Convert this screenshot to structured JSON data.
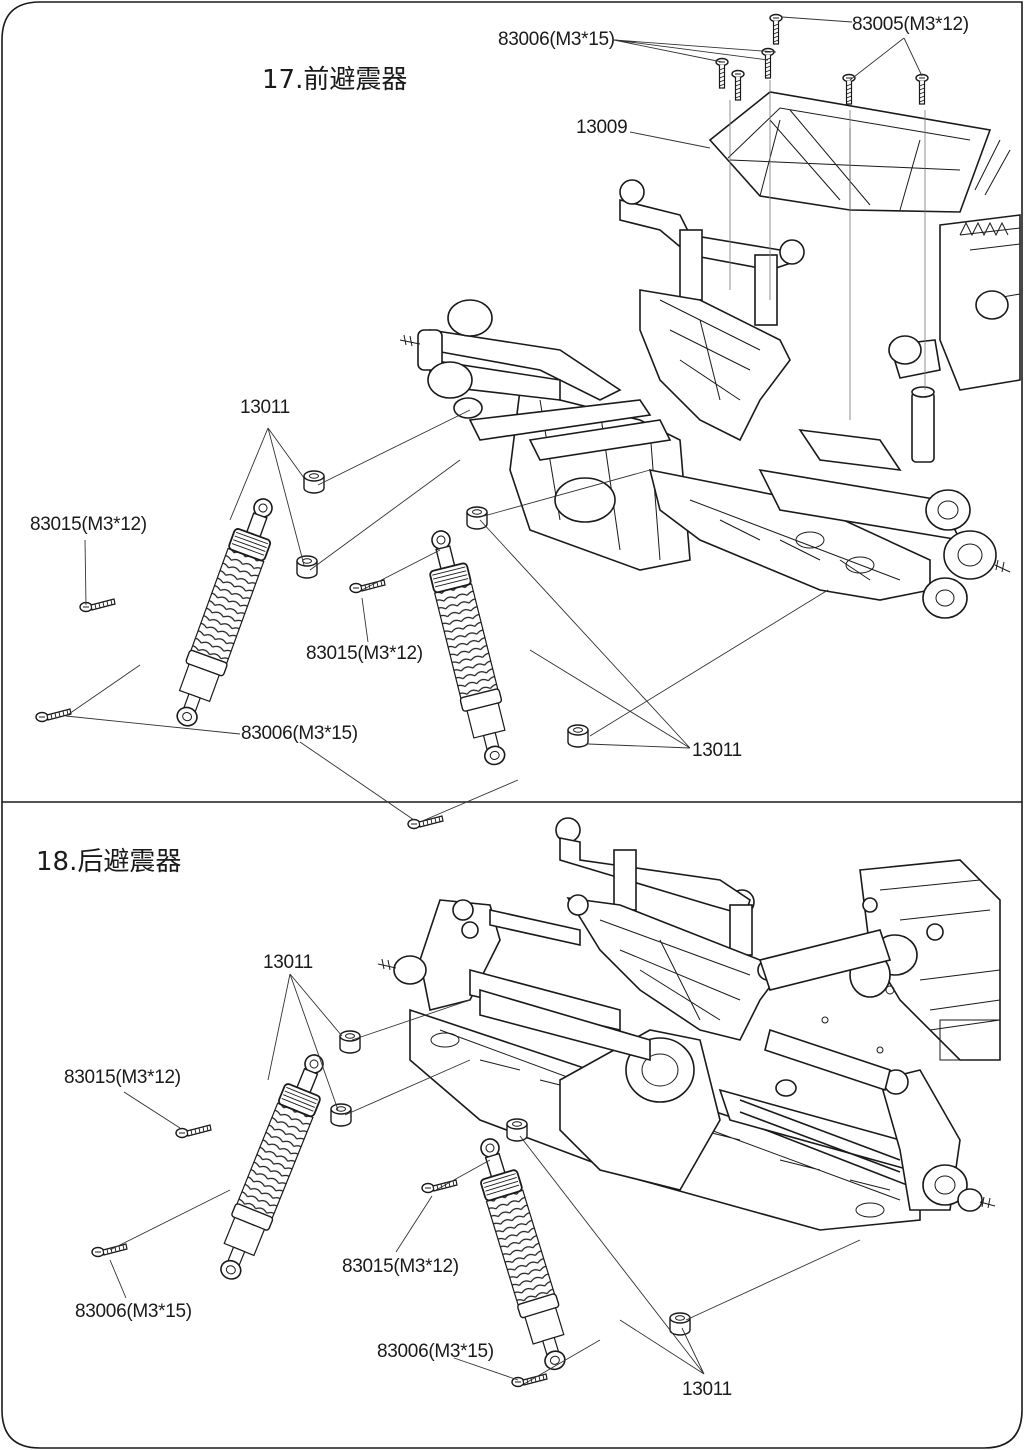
{
  "sections": [
    {
      "title": "17.前避震器",
      "labels": {
        "screw_top_left": "83006(M3*15)",
        "screw_top_right": "83005(M3*12)",
        "brace": "13009",
        "spacer_left": "13011",
        "screw_left_upper": "83015(M3*12)",
        "screw_mid": "83015(M3*12)",
        "screw_left_lower": "83006(M3*15)",
        "spacer_right": "13011"
      }
    },
    {
      "title": "18.后避震器",
      "labels": {
        "spacer_left": "13011",
        "screw_left_upper": "83015(M3*12)",
        "screw_mid": "83015(M3*12)",
        "screw_left_lower": "83006(M3*15)",
        "screw_lower_mid": "83006(M3*15)",
        "spacer_bottom": "13011"
      }
    }
  ]
}
